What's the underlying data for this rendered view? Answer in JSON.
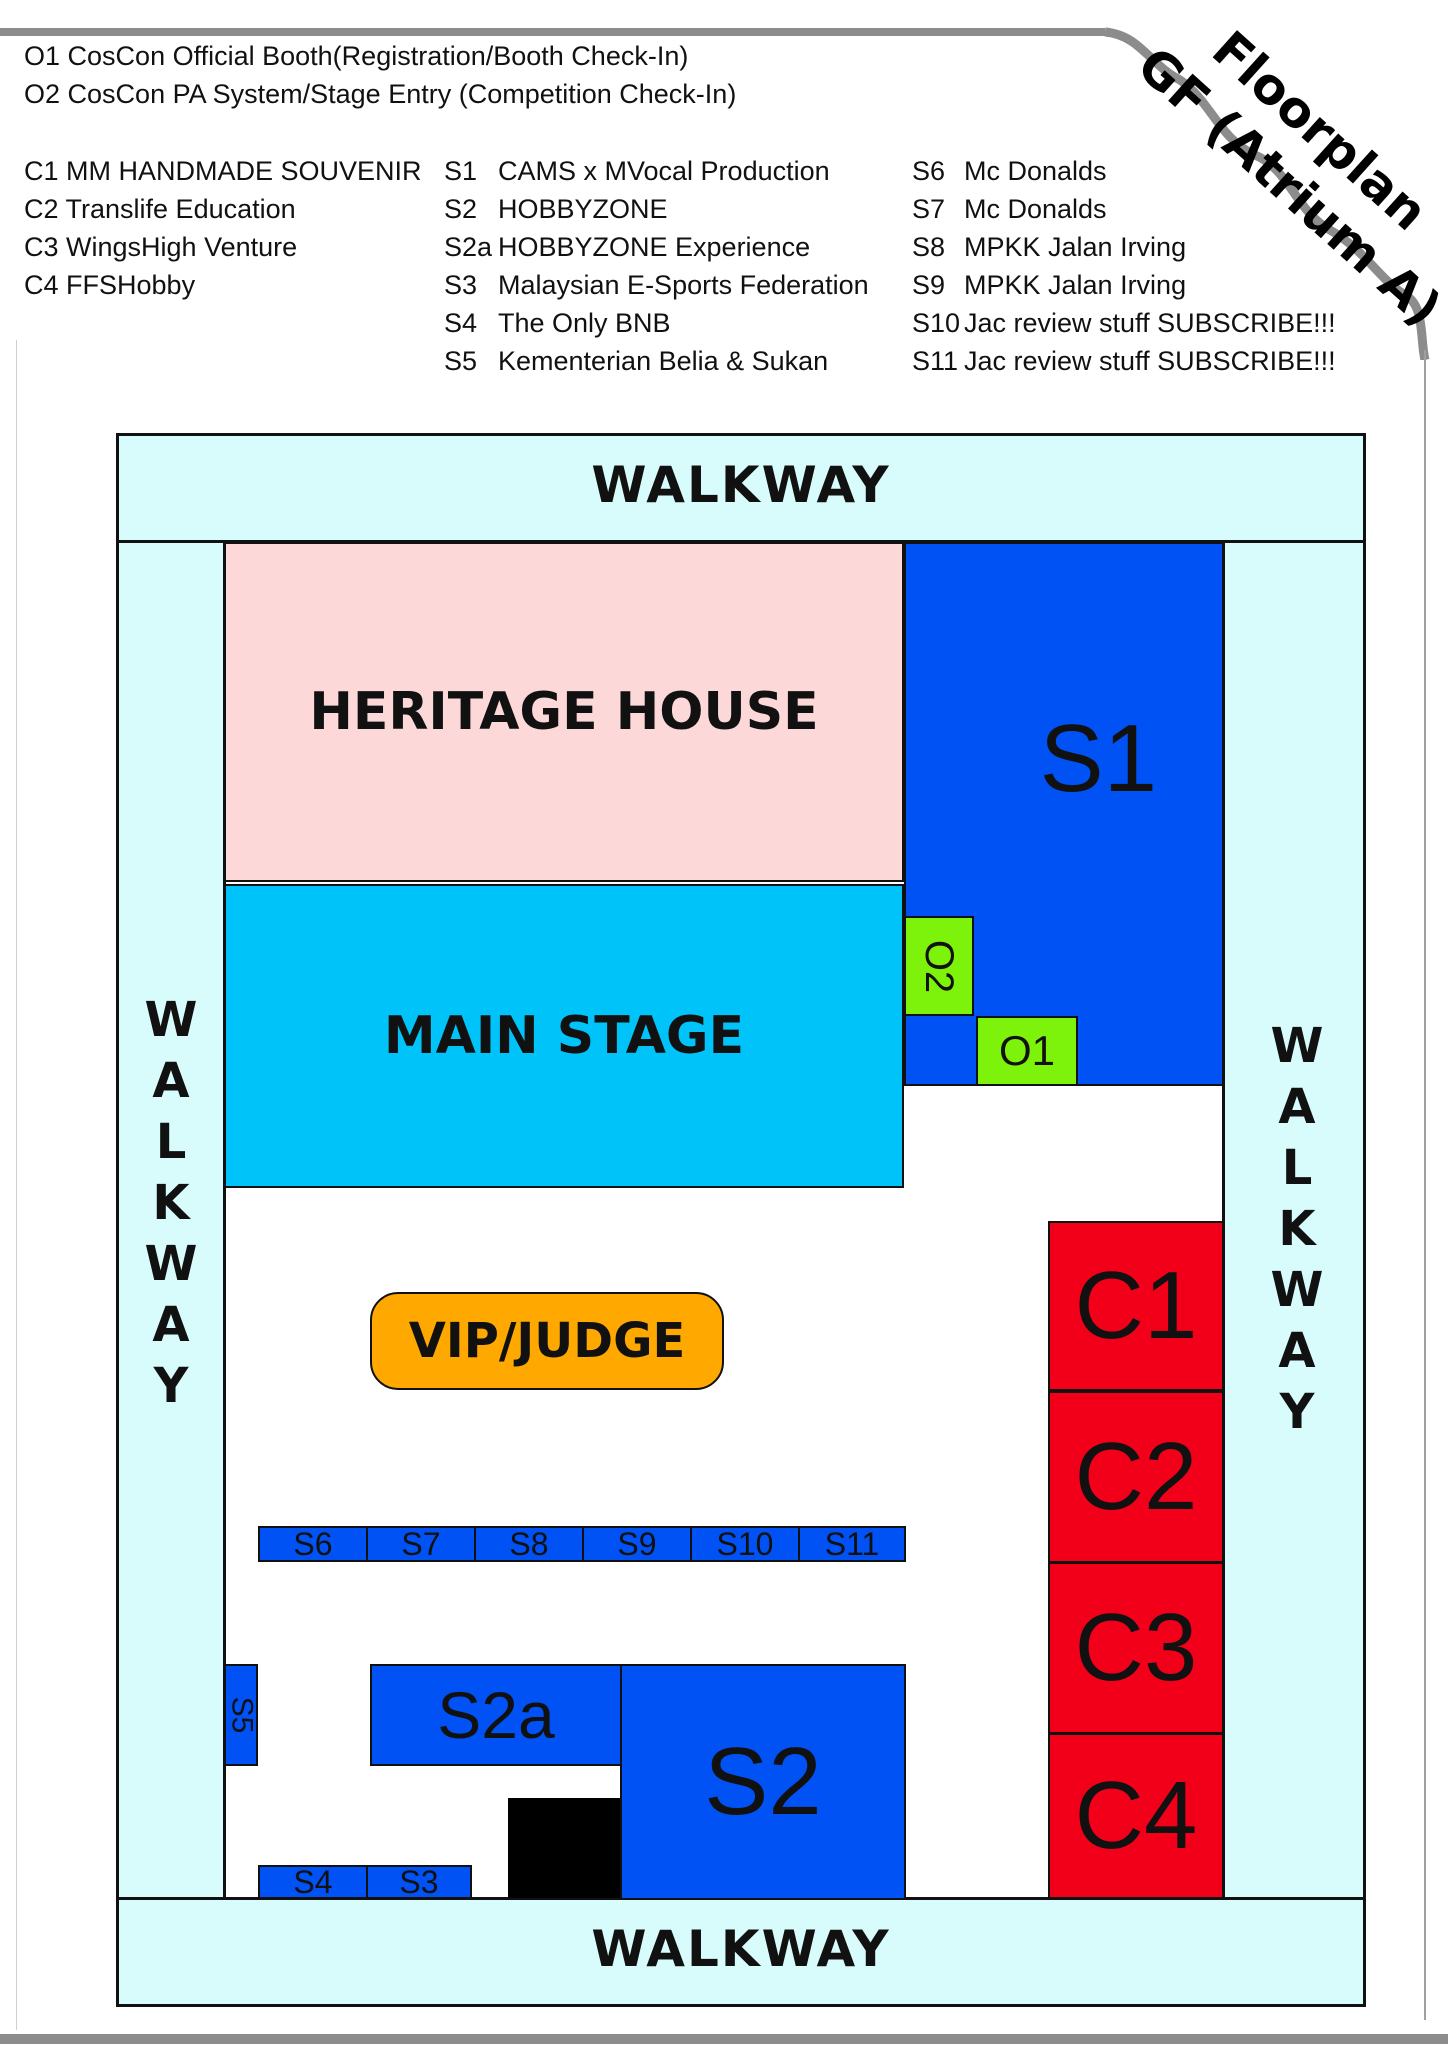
{
  "title": {
    "line1": "Floorplan",
    "line2": "GF (Atrium A)"
  },
  "legend": {
    "official": [
      {
        "code": "O1",
        "name": "CosCon Official Booth(Registration/Booth Check-In)"
      },
      {
        "code": "O2",
        "name": "CosCon PA System/Stage Entry (Competition Check-In)"
      }
    ],
    "col1": [
      {
        "code": "C1",
        "name": "MM HANDMADE SOUVENIR"
      },
      {
        "code": "C2",
        "name": "Translife Education"
      },
      {
        "code": "C3",
        "name": "WingsHigh Venture"
      },
      {
        "code": "C4",
        "name": "FFSHobby"
      }
    ],
    "col2": [
      {
        "code": "S1",
        "name": "CAMS x MVocal Production"
      },
      {
        "code": "S2",
        "name": "HOBBYZONE"
      },
      {
        "code": "S2a",
        "name": "HOBBYZONE Experience"
      },
      {
        "code": "S3",
        "name": "Malaysian E-Sports Federation"
      },
      {
        "code": "S4",
        "name": "The Only BNB"
      },
      {
        "code": "S5",
        "name": "Kementerian Belia & Sukan"
      }
    ],
    "col3": [
      {
        "code": "S6",
        "name": "Mc Donalds"
      },
      {
        "code": "S7",
        "name": "Mc Donalds"
      },
      {
        "code": "S8",
        "name": "MPKK Jalan Irving"
      },
      {
        "code": "S9",
        "name": "MPKK Jalan Irving"
      },
      {
        "code": "S10",
        "name": "Jac review stuff SUBSCRIBE!!!"
      },
      {
        "code": "S11",
        "name": "Jac review stuff SUBSCRIBE!!!"
      }
    ]
  },
  "map": {
    "walkway_label": "WALKWAY",
    "heritage_house": "HERITAGE HOUSE",
    "main_stage": "MAIN STAGE",
    "vip_judge": "VIP/JUDGE",
    "booths": {
      "S1": "S1",
      "S2": "S2",
      "S2a": "S2a",
      "S3": "S3",
      "S4": "S4",
      "S5": "S5",
      "S6": "S6",
      "S7": "S7",
      "S8": "S8",
      "S9": "S9",
      "S10": "S10",
      "S11": "S11",
      "O1": "O1",
      "O2": "O2",
      "C1": "C1",
      "C2": "C2",
      "C3": "C3",
      "C4": "C4"
    }
  },
  "colors": {
    "walkway": "#d8fbfc",
    "heritage": "#fdd8d9",
    "stage": "#00c3f9",
    "vip": "#ffa800",
    "booth_blue": "#0052f5",
    "booth_red": "#f20019",
    "official_green": "#7df20a",
    "black_block": "#000000"
  }
}
